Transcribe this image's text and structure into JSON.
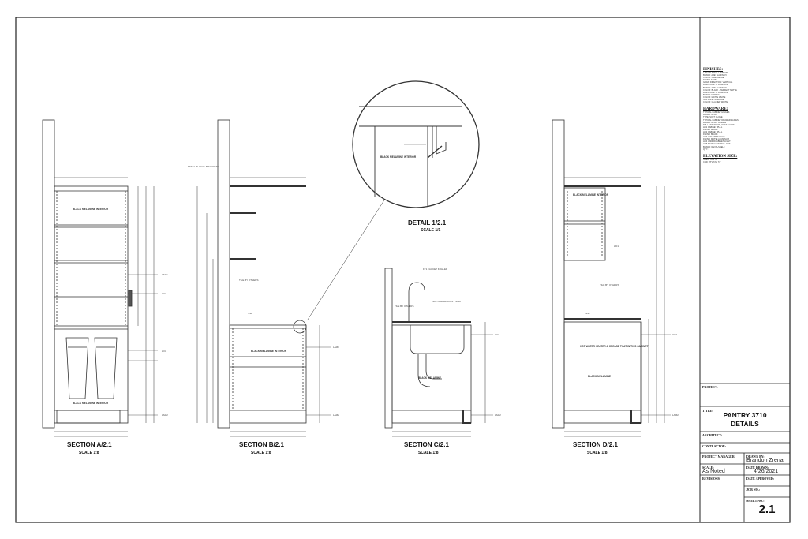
{
  "sections": [
    {
      "title": "SECTION A/2.1",
      "scale": "SCALE 1:8"
    },
    {
      "title": "SECTION B/2.1",
      "scale": "SCALE 1:8"
    },
    {
      "title": "SECTION C/2.1",
      "scale": "SCALE 1:8"
    },
    {
      "title": "SECTION D/2.1",
      "scale": "SCALE 1:8"
    }
  ],
  "detail": {
    "title": "DETAIL  1/2.1",
    "scale": "SCALE 1/1",
    "label": "BLACK MELAMINE INTERIOR"
  },
  "notes": {
    "black_melamine_interior": "BLACK MELAMINE INTERIOR",
    "black_melamine": "BLACK MELAMINE",
    "tile_by_others": "TILE BY OTHERS",
    "steel_brackets": "STEEL IN-WALL BRACKETS",
    "hot_water_heater": "HOT WATER HEATER & CREASE THAT IN THIS CABINET",
    "faucet": "FT1 FAUCET KOHLER",
    "sink": "SK1 UNDERMOUNT SINK"
  },
  "codes": {
    "lam1": "LAM1",
    "ho1": "HO1",
    "ho2": "HO2",
    "hd1": "HD1",
    "lam2": "LAM2",
    "ss1": "SS1"
  },
  "finishes": {
    "heading": "FINISHES:",
    "items": [
      "LAM1 PLASTIC LAMINATE",
      "BRAND: ABET LAMINATI",
      "COLOR: GREY-BEIGE",
      "FINISH: SATIN",
      "GRAIN DIRECTION: VERTICAL",
      "LAM2 PLASTIC LAMINATE",
      "BRAND: ABET LAMINATI",
      "COLOR: BLACK - PERFECT MATTE",
      "LAM3 PLASTIC LAMINATE",
      "BRAND: FORMICA",
      "COLOR: MATTE WHITE",
      "SS1 SOLID SURFACE",
      "COLOR: GLACIER WHITE"
    ]
  },
  "hardware": {
    "heading": "HARDWARE:",
    "items": [
      "TYPICAL CABINET HINGES",
      "BRAND: BLUM",
      "TYPE: SOFT CLOSE",
      "TYPICAL CABINET DRAWER SLIDES",
      "BRAND: BLUM TANDEM",
      "FULL EXTENSION, SOFT CLOSE",
      "HD1 CABINET PULL",
      "FINISH: BLACK",
      "HD2 CABINET PULL",
      "FINISH: BLACK",
      "HD3 LED STRIP LIGHT",
      "FINISH: MATTE ALUMINUM",
      "HD4 UNDERCABINET LIGHT",
      "HD5 TRASH CAN PULL-OUT",
      "BRAND: REV-A-SHELF",
      "QTY: 1"
    ]
  },
  "elevation": {
    "heading": "ELEVATION SIZE:",
    "lines": [
      "SIZES: 78\"x 74\"",
      "CHD: 78\"x 72\"x 74\""
    ]
  },
  "titleblock": {
    "project_label": "PROJECT:",
    "title_label": "TITLE:",
    "title_line1": "PANTRY 3710",
    "title_line2": "DETAILS",
    "architect_label": "ARCHITECT:",
    "contractor_label": "CONTRACTOR:",
    "pm_label": "PROJECT MANAGER:",
    "drawn_label": "DRAWN BY:",
    "drawn_value": "Brandon Zrenal",
    "scale_label": "SCALE:",
    "scale_value": "As Noted",
    "date_label": "DATE DRAWN:",
    "date_value": "4/26/2021",
    "revisions_label": "REVISIONS:",
    "approved_label": "DATE APPROVED:",
    "job_label": "JOB NO.:",
    "sheet_label": "SHEET NO.:",
    "sheet_value": "2.1"
  }
}
